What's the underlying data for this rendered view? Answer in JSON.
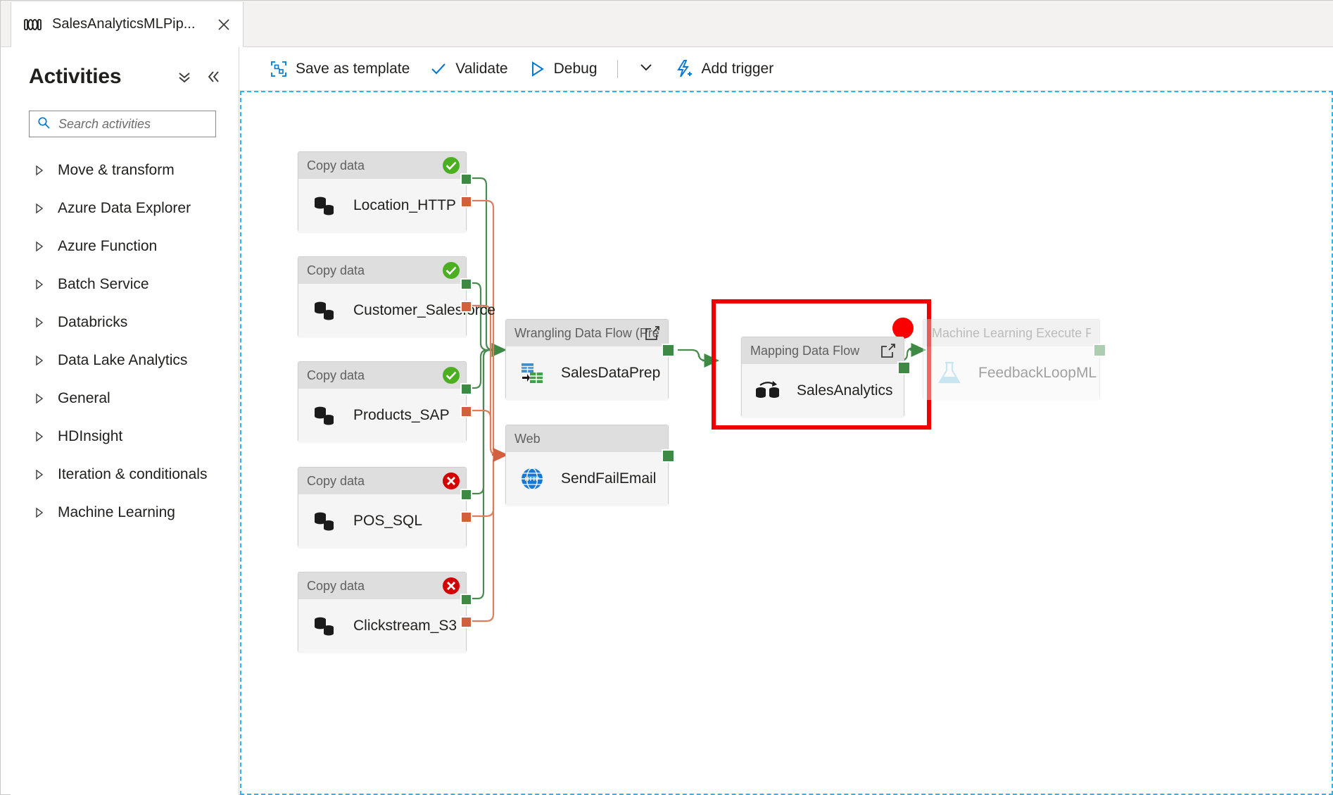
{
  "tab": {
    "title": "SalesAnalyticsMLPip...",
    "icon": "pipeline-icon",
    "close_icon": "close-icon"
  },
  "sidebar": {
    "title": "Activities",
    "expand_icon": "double-chevron-down-icon",
    "collapse_icon": "double-chevron-left-icon",
    "search": {
      "placeholder": "Search activities",
      "value": "",
      "icon": "search-icon"
    },
    "items": [
      {
        "label": "Move & transform",
        "icon": "chevron-right-icon"
      },
      {
        "label": "Azure Data Explorer",
        "icon": "chevron-right-icon"
      },
      {
        "label": "Azure Function",
        "icon": "chevron-right-icon"
      },
      {
        "label": "Batch Service",
        "icon": "chevron-right-icon"
      },
      {
        "label": "Databricks",
        "icon": "chevron-right-icon"
      },
      {
        "label": "Data Lake Analytics",
        "icon": "chevron-right-icon"
      },
      {
        "label": "General",
        "icon": "chevron-right-icon"
      },
      {
        "label": "HDInsight",
        "icon": "chevron-right-icon"
      },
      {
        "label": "Iteration & conditionals",
        "icon": "chevron-right-icon"
      },
      {
        "label": "Machine Learning",
        "icon": "chevron-right-icon"
      }
    ]
  },
  "toolbar": {
    "save_as_template": "Save as template",
    "save_as_template_icon": "template-icon",
    "validate": "Validate",
    "validate_icon": "checkmark-icon",
    "debug": "Debug",
    "debug_icon": "play-triangle-icon",
    "dropdown_icon": "chevron-down-icon",
    "add_trigger": "Add trigger",
    "add_trigger_icon": "lightning-bolt-plus-icon"
  },
  "colors": {
    "accent_blue": "#0078d4",
    "success_green": "#3e8a45",
    "failure_orange": "#d2603e",
    "status_ok": "#4caf22",
    "status_error": "#d40000",
    "annotation_red": "#ee0000",
    "canvas_border": "#2fb3f0",
    "node_header": "#dedede",
    "node_body": "#f5f5f5"
  },
  "canvas": {
    "nodes": [
      {
        "id": "location-http",
        "type_label": "Copy data",
        "name": "Location_HTTP",
        "icon": "copy-data-icon",
        "status": "success",
        "status_icon": "green-check-icon",
        "faded": false,
        "handles": [
          "success",
          "failure"
        ]
      },
      {
        "id": "customer-salesforce",
        "type_label": "Copy data",
        "name": "Customer_Salesforce",
        "icon": "copy-data-icon",
        "status": "success",
        "status_icon": "green-check-icon",
        "faded": false,
        "handles": [
          "success",
          "failure"
        ]
      },
      {
        "id": "products-sap",
        "type_label": "Copy data",
        "name": "Products_SAP",
        "icon": "copy-data-icon",
        "status": "success",
        "status_icon": "green-check-icon",
        "faded": false,
        "handles": [
          "success",
          "failure"
        ]
      },
      {
        "id": "pos-sql",
        "type_label": "Copy data",
        "name": "POS_SQL",
        "icon": "copy-data-icon",
        "status": "error",
        "status_icon": "red-x-icon",
        "faded": false,
        "handles": [
          "success",
          "failure"
        ]
      },
      {
        "id": "clickstream-s3",
        "type_label": "Copy data",
        "name": "Clickstream_S3",
        "icon": "copy-data-icon",
        "status": "error",
        "status_icon": "red-x-icon",
        "faded": false,
        "handles": [
          "success",
          "failure"
        ]
      },
      {
        "id": "salesdataprep",
        "type_label": "Wrangling Data Flow (Preview",
        "name": "SalesDataPrep",
        "icon": "wrangling-data-flow-icon",
        "status": "none",
        "open_icon": "external-link-icon",
        "faded": false,
        "handles": [
          "success"
        ]
      },
      {
        "id": "sendfailemail",
        "type_label": "Web",
        "name": "SendFailEmail",
        "icon": "http-globe-icon",
        "status": "none",
        "faded": false,
        "handles": [
          "success"
        ]
      },
      {
        "id": "salesanalytics",
        "type_label": "Mapping Data Flow",
        "name": "SalesAnalytics",
        "icon": "mapping-data-flow-icon",
        "status": "none",
        "open_icon": "external-link-icon",
        "faded": false,
        "selected": true,
        "handles": [
          "success"
        ]
      },
      {
        "id": "feedbackloopml",
        "type_label": "Machine Learning Execute Pipeline",
        "name": "FeedbackLoopML",
        "icon": "ml-flask-icon",
        "status": "none",
        "faded": true,
        "handles": [
          "success"
        ]
      }
    ],
    "annotation": {
      "shape": "rectangle",
      "color": "#ee0000",
      "target_node": "salesanalytics",
      "marker_icon": "red-dot-indicator"
    }
  }
}
